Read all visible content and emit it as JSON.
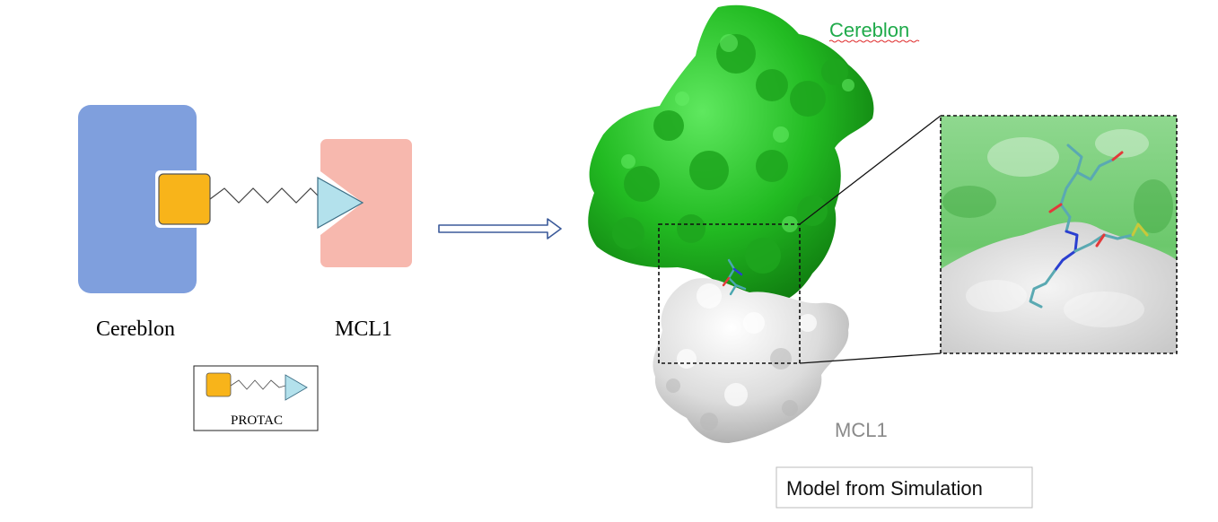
{
  "schematic": {
    "cereblon_label": "Cereblon",
    "mcl1_label": "MCL1",
    "legend_label": "PROTAC",
    "colors": {
      "cereblon": "#7f9fdd",
      "mcl1": "#f7b8ae",
      "warhead_square": "#f8b41a",
      "warhead_triangle": "#b3e1ec",
      "arrow": "#3b5a9a"
    }
  },
  "model": {
    "cereblon_label": "Cereblon",
    "mcl1_label": "MCL1",
    "caption": "Model from Simulation",
    "colors": {
      "cereblon_surface": "#2bc42b",
      "mcl1_surface": "#e4e4e4",
      "cereblon_label": "#1faa4a",
      "mcl1_label": "#8a8a8a"
    }
  }
}
